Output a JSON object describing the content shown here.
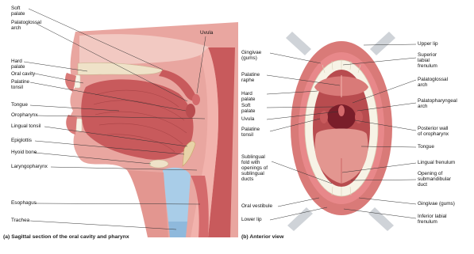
{
  "left_panel": {
    "caption": "(a) Sagittal section of the oral cavity and pharynx",
    "labels": {
      "soft_palate": "Soft\npalate",
      "palatoglossal_arch": "Palatoglossal\narch",
      "uvula": "Uvula",
      "hard_palate": "Hard\npalate",
      "oral_cavity": "Oral cavity",
      "palatine_tonsil": "Palatine\ntonsil",
      "tongue": "Tongue",
      "oropharynx": "Oropharynx",
      "lingual_tonsil": "Lingual tonsil",
      "epiglottis": "Epiglottis",
      "hyoid_bone": "Hyoid bone",
      "laryngopharynx": "Laryngopharynx",
      "esophagus": "Esophagus",
      "trachea": "Trachea"
    }
  },
  "right_panel": {
    "caption": "(b) Anterior view",
    "labels": {
      "gingivae": "Gingivae\n(gums)",
      "palatine_raphe": "Palatine\nraphe",
      "hard_palate": "Hard\npalate",
      "soft_palate": "Soft\npalate",
      "uvula": "Uvula",
      "palatine_tonsil": "Palatine\ntonsil",
      "sublingual_fold": "Sublingual\nfold with\nopenings of\nsublingual\nducts",
      "oral_vestibule": "Oral vestibule",
      "lower_lip": "Lower lip",
      "upper_lip": "Upper lip",
      "superior_labial_frenulum": "Superior\nlabial\nfrenulum",
      "palatoglossal_arch": "Palatoglossal\narch",
      "palatopharyngeal_arch": "Palatopharyngeal\narch",
      "posterior_wall": "Posterior wall\nof oropharynx",
      "tongue": "Tongue",
      "lingual_frenulum": "Lingual frenulum",
      "opening_submandibular": "Opening of\nsubmandibular\nduct",
      "gingivae_right": "Gingivae (gums)",
      "inferior_labial_frenulum": "Inferior labial\nfrenulum"
    }
  },
  "colors": {
    "tissue": "#d97a78",
    "tissue_dark": "#b84c4f",
    "muscle": "#c85a5c",
    "mucosa": "#f2b3ad",
    "bone": "#efe2c8",
    "cartilage": "#a9cde8",
    "gum": "#e8888a",
    "tooth": "#f7f3e6",
    "throat": "#7a1e2a",
    "leader": "#333333"
  }
}
